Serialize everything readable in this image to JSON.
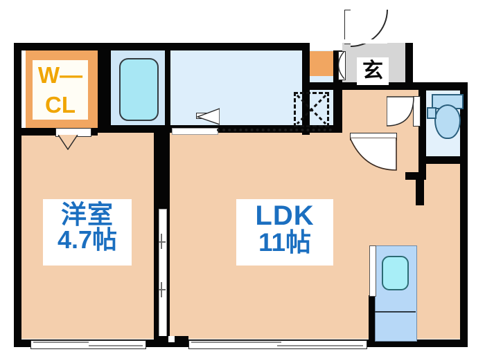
{
  "plan": {
    "type": "japanese-apartment-floorplan",
    "title": "1LDK floor plan",
    "background_color": "#ffffff",
    "wall_color": "#050505",
    "room_floor_color": "#f4cfad",
    "wet_floor_color": "#ddeefb",
    "closet_color": "#f1a661",
    "genkan_color": "#d6d6d6",
    "label_color": "#1b6fc0",
    "closet_label_color": "#f0a500"
  },
  "rooms": [
    {
      "id": "bedroom",
      "name": "洋室",
      "line1": "洋室",
      "line2": "4.7帖",
      "size": "4.7帖"
    },
    {
      "id": "ldk",
      "name": "LDK",
      "line1": "LDK",
      "line2": "11帖",
      "size": "11帖"
    },
    {
      "id": "genkan",
      "name": "玄",
      "line1": "玄"
    },
    {
      "id": "walk-in-closet",
      "name": "W-CL",
      "line1": "W—",
      "line2": "CL"
    }
  ],
  "fixtures": [
    {
      "id": "bathtub",
      "name": "bathtub"
    },
    {
      "id": "washing-machine-pan",
      "name": "washing-machine-space"
    },
    {
      "id": "toilet",
      "name": "toilet"
    },
    {
      "id": "kitchen-counter",
      "name": "kitchen-counter-with-sink"
    },
    {
      "id": "shoe-cabinet",
      "name": "shoe-cabinet"
    }
  ],
  "openings": [
    {
      "id": "entrance-door",
      "name": "entrance-door"
    },
    {
      "id": "genkan-folding-door",
      "name": "genkan-folding-door"
    },
    {
      "id": "washroom-door",
      "name": "washroom-door"
    },
    {
      "id": "toilet-door",
      "name": "toilet-door"
    },
    {
      "id": "bathroom-door",
      "name": "bathroom-door"
    },
    {
      "id": "closet-folding-door",
      "name": "closet-folding-door"
    },
    {
      "id": "bedroom-sliding-door",
      "name": "bedroom-sliding-door"
    },
    {
      "id": "bedroom-window",
      "name": "bedroom-window"
    },
    {
      "id": "ldk-window",
      "name": "ldk-window"
    }
  ]
}
